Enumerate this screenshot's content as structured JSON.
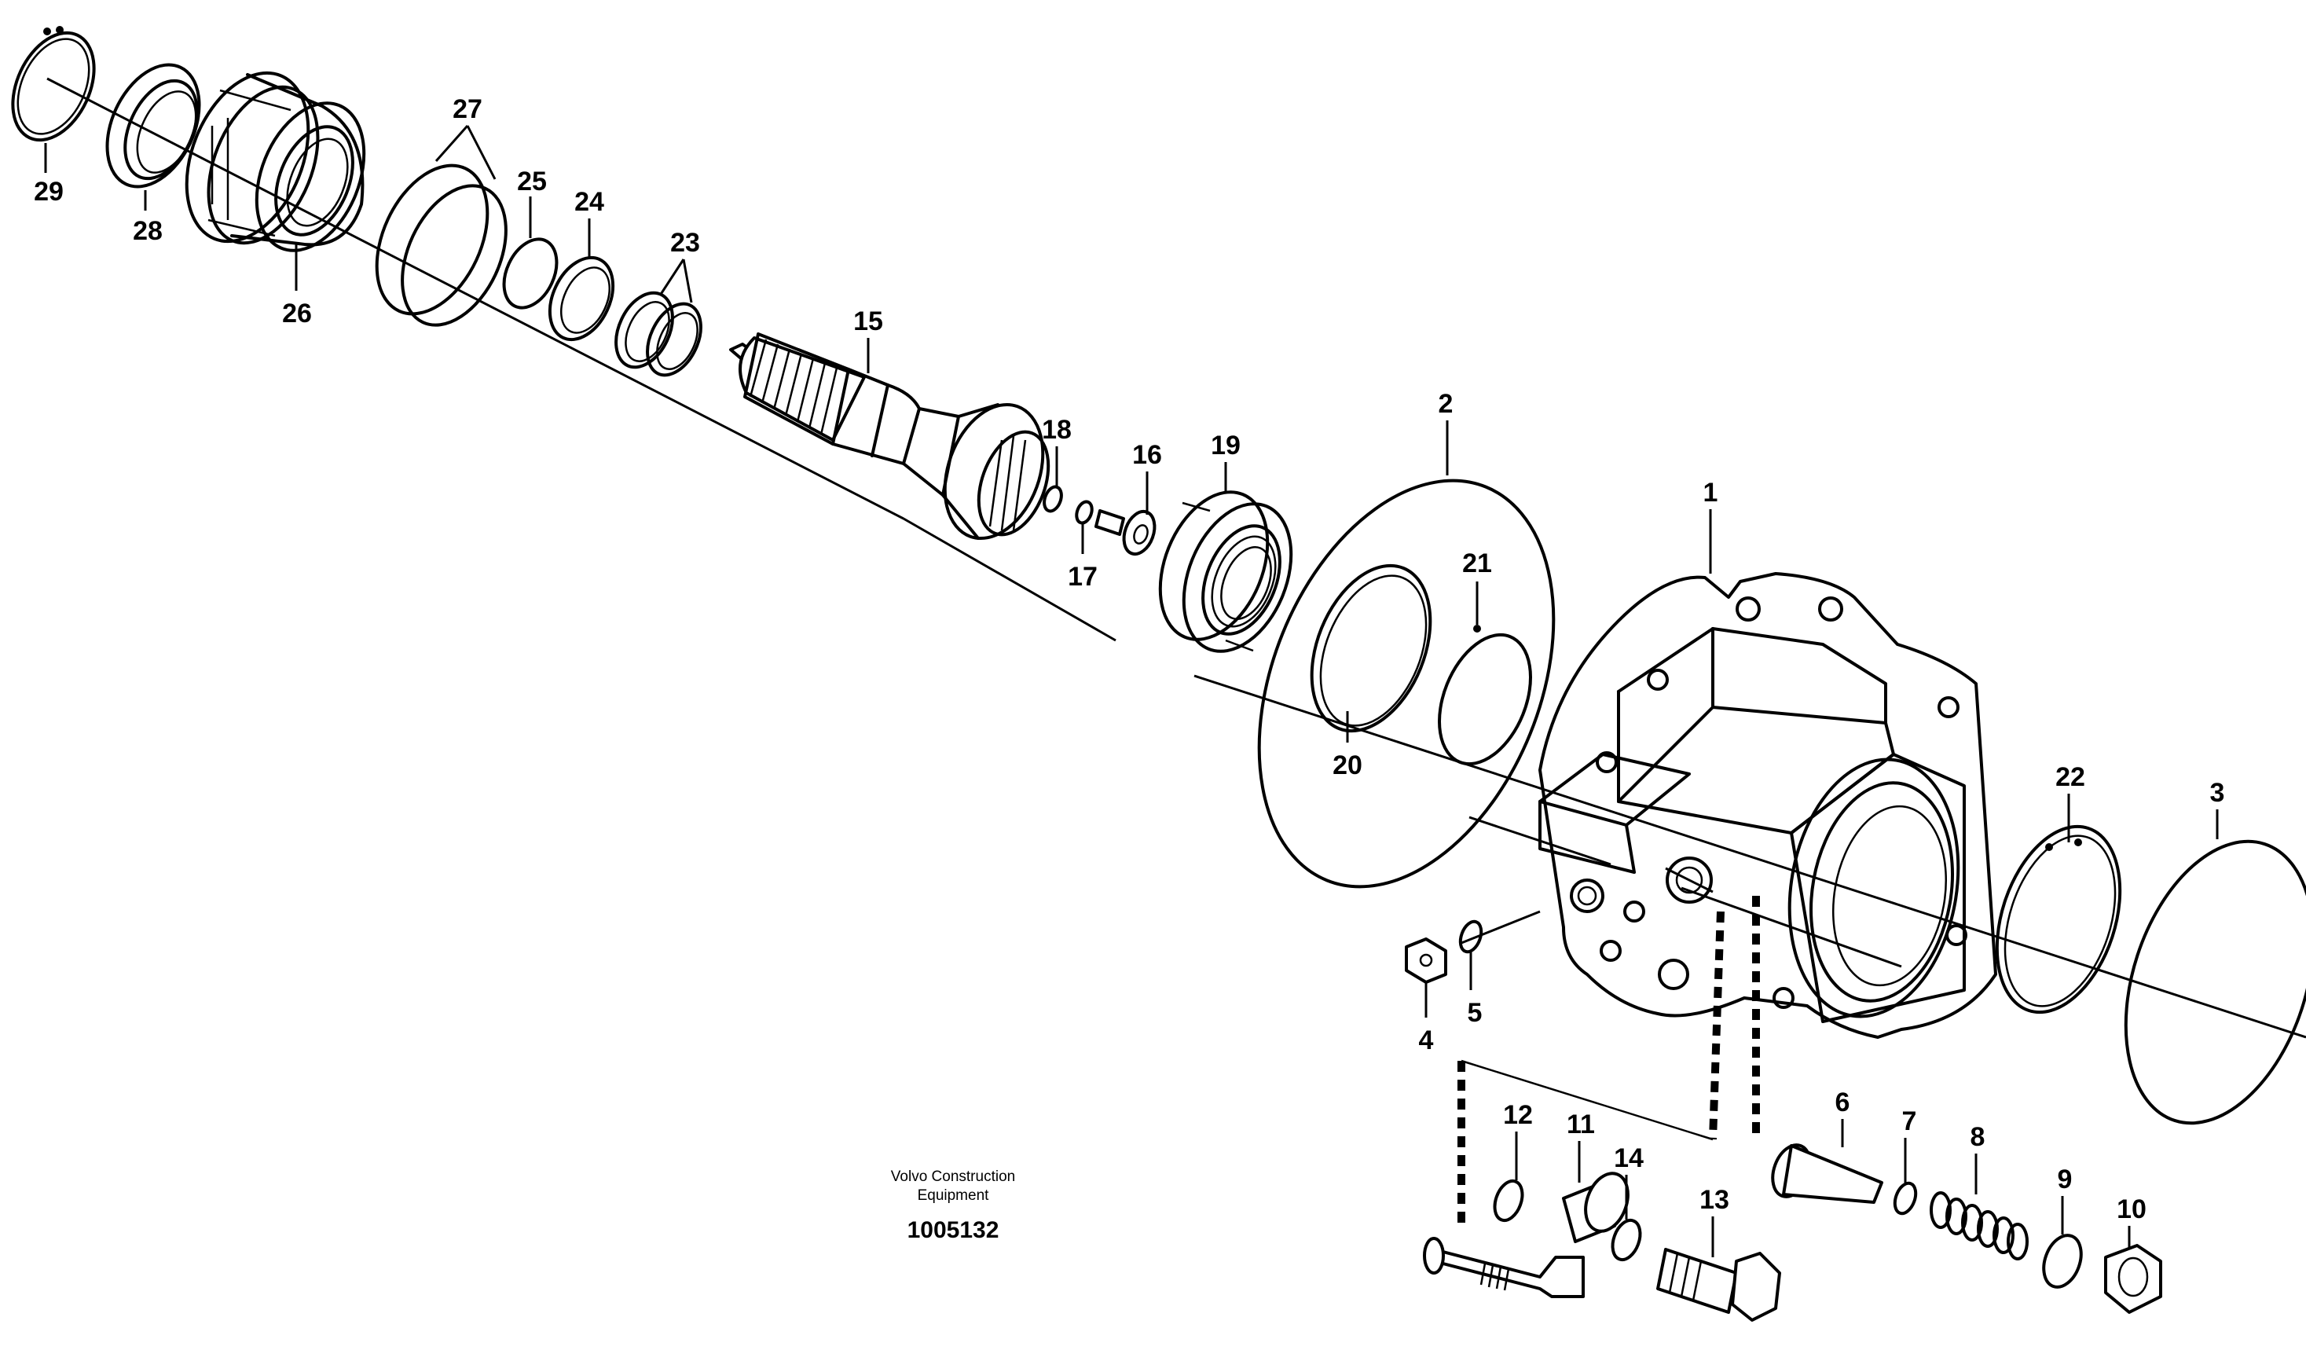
{
  "caption": {
    "line1": "Volvo Construction",
    "line2": "Equipment",
    "code": "1005132"
  },
  "labels": {
    "p1": "1",
    "p2": "2",
    "p3": "3",
    "p4": "4",
    "p5": "5",
    "p6": "6",
    "p7": "7",
    "p8": "8",
    "p9": "9",
    "p10": "10",
    "p11": "11",
    "p12": "12",
    "p13": "13",
    "p14": "14",
    "p15": "15",
    "p16": "16",
    "p17": "17",
    "p18": "18",
    "p19": "19",
    "p20": "20",
    "p21": "21",
    "p22": "22",
    "p23": "23",
    "p24": "24",
    "p25": "25",
    "p26": "26",
    "p27": "27",
    "p28": "28",
    "p29": "29"
  }
}
